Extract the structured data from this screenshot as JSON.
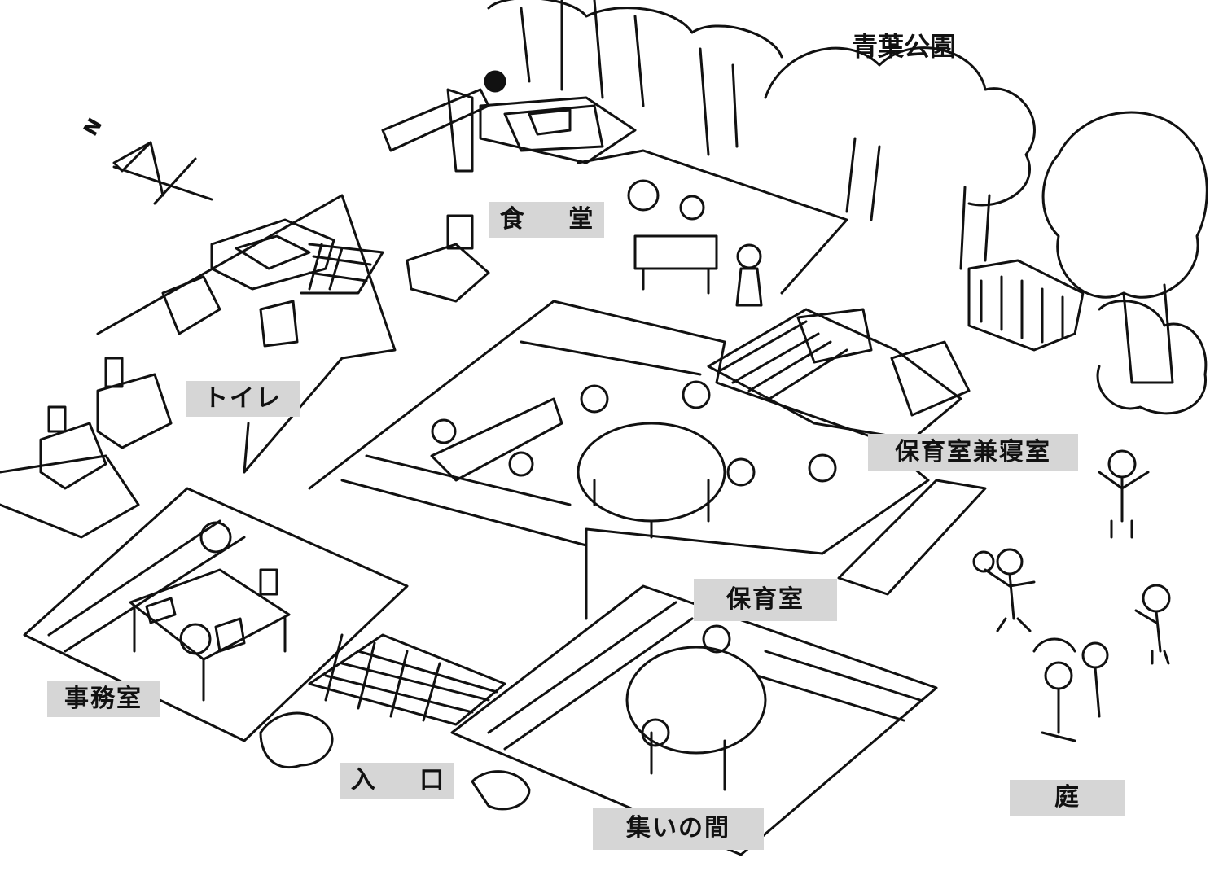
{
  "park_name": "青葉公園",
  "compass": {
    "north_letter": "N"
  },
  "rooms": {
    "dining": "食 堂",
    "toilet": "トイレ",
    "nursery_bedroom": "保育室兼寝室",
    "nursery": "保育室",
    "office": "事務室",
    "entrance": "入 口",
    "gathering": "集いの間",
    "garden": "庭"
  },
  "colors": {
    "ink": "#111111",
    "label_bg": "#d6d6d6",
    "paper": "#ffffff"
  }
}
